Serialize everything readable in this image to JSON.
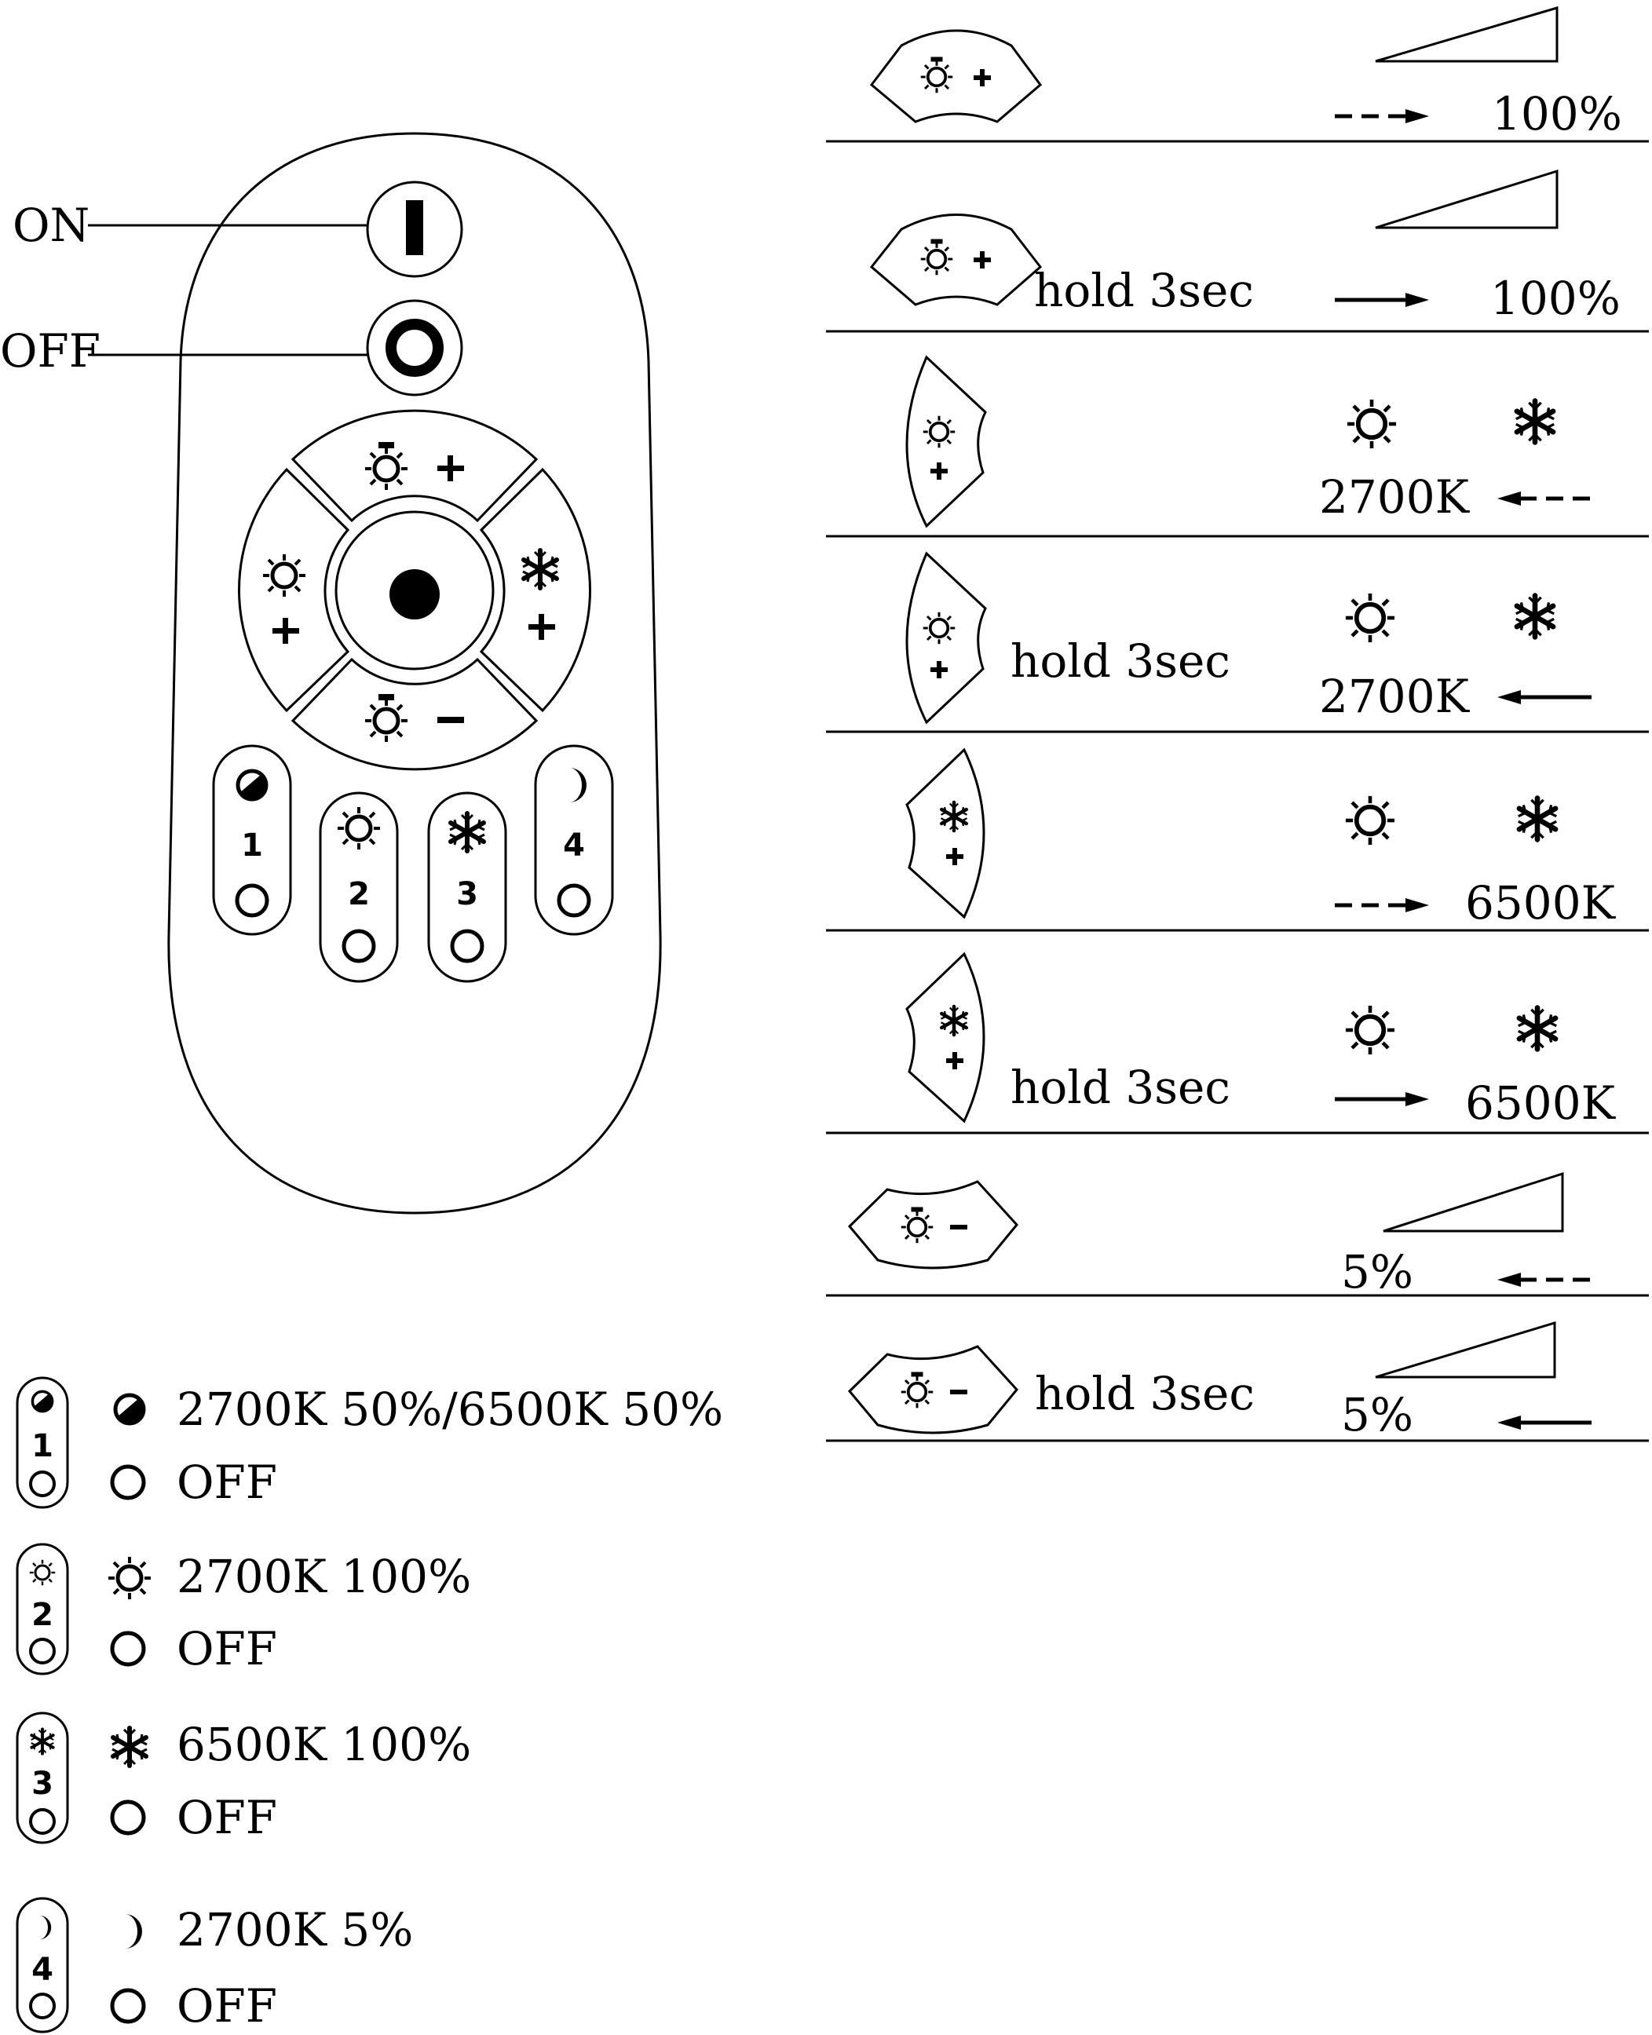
{
  "remote": {
    "on_label": "ON",
    "off_label": "OFF",
    "scene_buttons": [
      {
        "number": "1",
        "icon": "half-moon-circle-icon"
      },
      {
        "number": "2",
        "icon": "sun-icon"
      },
      {
        "number": "3",
        "icon": "snowflake-icon"
      },
      {
        "number": "4",
        "icon": "crescent-moon-icon"
      }
    ]
  },
  "functions": {
    "r1": {
      "result": "100%"
    },
    "r2": {
      "hold": "hold 3sec",
      "result": "100%"
    },
    "r3": {
      "result": "2700K"
    },
    "r4": {
      "hold": "hold 3sec",
      "result": "2700K"
    },
    "r5": {
      "result": "6500K"
    },
    "r6": {
      "hold": "hold 3sec",
      "result": "6500K"
    },
    "r7": {
      "result": "5%"
    },
    "r8": {
      "hold": "hold 3sec",
      "result": "5%"
    }
  },
  "scenes": {
    "s1": {
      "number": "1",
      "on_text": "2700K 50%/6500K 50%",
      "off_text": "OFF"
    },
    "s2": {
      "number": "2",
      "on_text": "2700K 100%",
      "off_text": "OFF"
    },
    "s3": {
      "number": "3",
      "on_text": "6500K 100%",
      "off_text": "OFF"
    },
    "s4": {
      "number": "4",
      "on_text": "2700K 5%",
      "off_text": "OFF"
    }
  }
}
